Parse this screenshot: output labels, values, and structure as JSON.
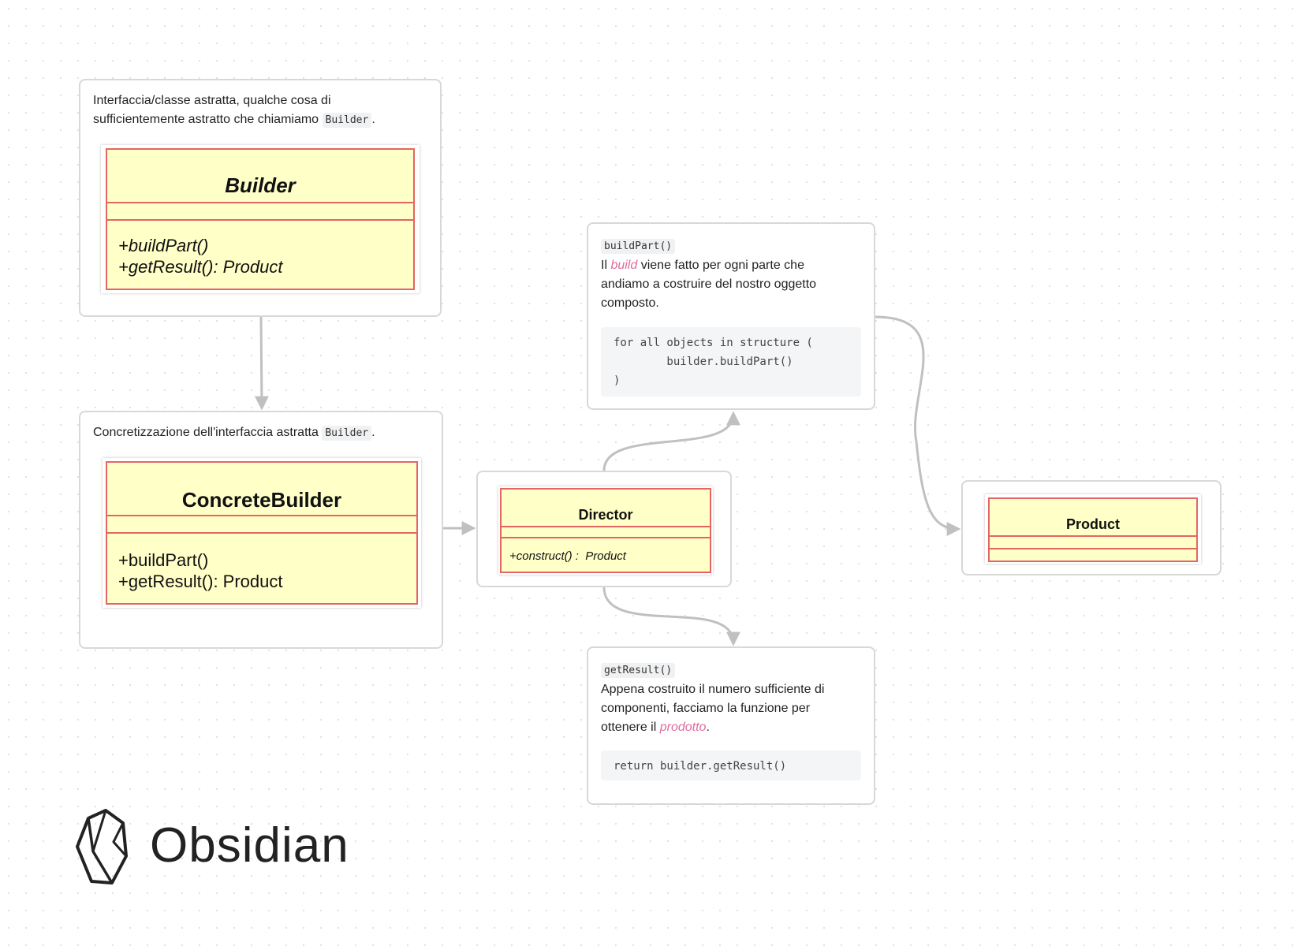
{
  "cards": {
    "builder_note": {
      "text_before": "Interfaccia/classe astratta, qualche cosa di sufficientemente astratto che chiamiamo ",
      "code": "Builder",
      "text_after": "."
    },
    "concrete_note": {
      "text_before": "Concretizzazione dell'interfaccia astratta ",
      "code": "Builder",
      "text_after": "."
    },
    "buildpart_note": {
      "code": "buildPart()",
      "text_1": "Il ",
      "emph": "build",
      "text_2": " viene fatto per ogni parte che andiamo a costruire del nostro oggetto composto.",
      "codeblock": "for all objects in structure (\n        builder.buildPart()\n)"
    },
    "getresult_note": {
      "code": "getResult()",
      "text_1": "Appena costruito il numero sufficiente di componenti, facciamo la funzione per ottenere il ",
      "emph": "prodotto",
      "text_2": ".",
      "codeblock": "return builder.getResult()"
    }
  },
  "uml": {
    "builder": {
      "name": "Builder",
      "methods": "+buildPart()\n+getResult(): Product"
    },
    "concrete_builder": {
      "name": "ConcreteBuilder",
      "methods": "+buildPart()\n+getResult(): Product"
    },
    "director": {
      "name": "Director",
      "methods": "+construct() :  Product"
    },
    "product": {
      "name": "Product"
    }
  },
  "brand": {
    "name": "Obsidian"
  },
  "colors": {
    "uml_fill": "#ffffc8",
    "uml_border": "#e56565",
    "edge": "#c0c0c0",
    "emphasis": "#e06a9b"
  }
}
